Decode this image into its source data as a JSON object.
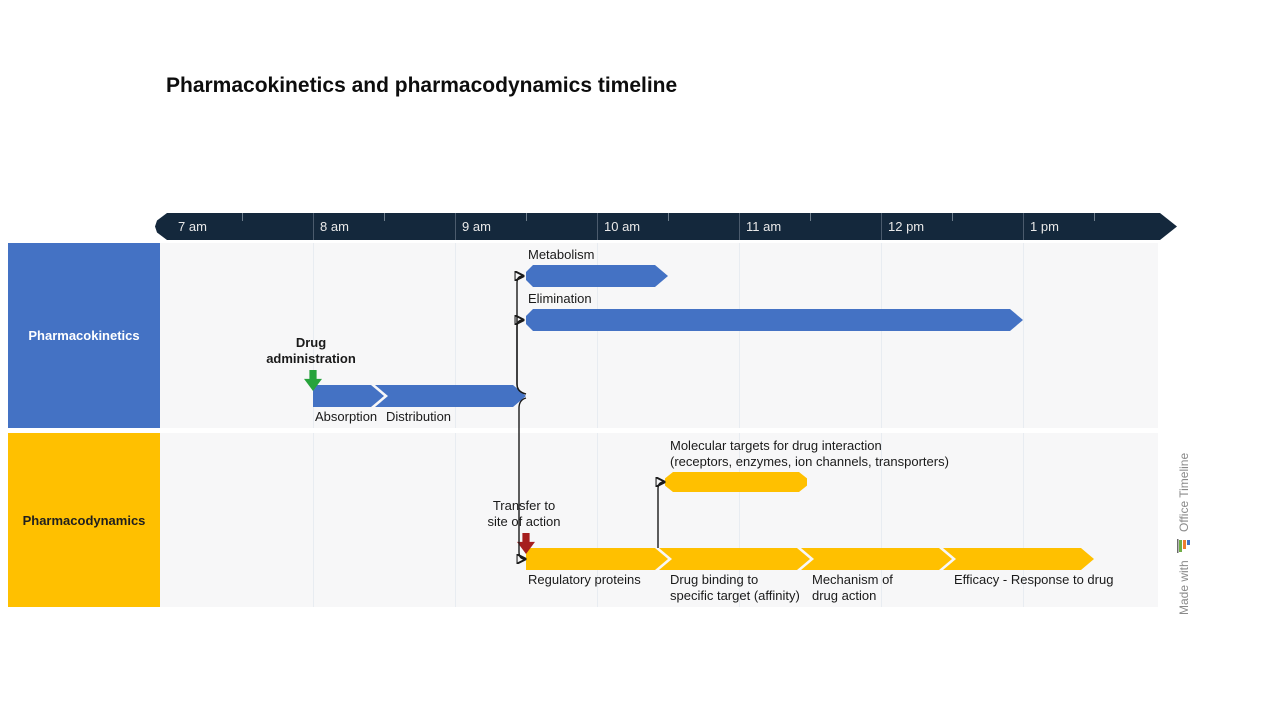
{
  "title": "Pharmacokinetics and pharmacodynamics timeline",
  "colors": {
    "band": "#14283C",
    "blue": "#4472C4",
    "yellow": "#FFC000",
    "green": "#27A33C",
    "red": "#A61E1E",
    "lane_bg": "#f7f7f8"
  },
  "timeline": {
    "hours": [
      {
        "label": "7 am",
        "t": 7
      },
      {
        "label": "8 am",
        "t": 8
      },
      {
        "label": "9 am",
        "t": 9
      },
      {
        "label": "10 am",
        "t": 10
      },
      {
        "label": "11 am",
        "t": 11
      },
      {
        "label": "12 pm",
        "t": 12
      },
      {
        "label": "1 pm",
        "t": 13
      }
    ]
  },
  "lanes": [
    {
      "id": "pk",
      "name": "Pharmacokinetics",
      "color": "#4472C4"
    },
    {
      "id": "pd",
      "name": "Pharmacodynamics",
      "color": "#FFC000"
    }
  ],
  "tasks": [
    {
      "id": "absorption",
      "label": "Absorption",
      "lane": "pk",
      "row": "pk-main",
      "start": 8,
      "end": 8.5,
      "start_time": "8:00 am",
      "end_time": "8:30 am",
      "shape": "chevron-start",
      "label_pos": "below"
    },
    {
      "id": "distribution",
      "label": "Distribution",
      "lane": "pk",
      "row": "pk-main",
      "start": 8.5,
      "end": 9.5,
      "start_time": "8:30 am",
      "end_time": "9:30 am",
      "shape": "chevron-mid",
      "label_pos": "below"
    },
    {
      "id": "metabolism",
      "label": "Metabolism",
      "lane": "pk",
      "row": "pk-metabolism",
      "start": 9.5,
      "end": 10.5,
      "start_time": "9:30 am",
      "end_time": "10:30 am",
      "shape": "pointed",
      "label_pos": "above"
    },
    {
      "id": "elimination",
      "label": "Elimination",
      "lane": "pk",
      "row": "pk-elimination",
      "start": 9.5,
      "end": 13,
      "start_time": "9:30 am",
      "end_time": "1:00 pm",
      "shape": "pointed",
      "label_pos": "above"
    },
    {
      "id": "molecular-targets",
      "label": "Molecular targets for drug interaction\n(receptors, enzymes, ion channels, transporters)",
      "lane": "pd",
      "row": "pd-targets",
      "start": 10.5,
      "end": 11.5,
      "start_time": "10:30 am",
      "end_time": "11:30 am",
      "shape": "hex",
      "label_pos": "above"
    },
    {
      "id": "regulatory-proteins",
      "label": "Regulatory proteins",
      "lane": "pd",
      "row": "pd-main",
      "start": 9.5,
      "end": 10.5,
      "start_time": "9:30 am",
      "end_time": "10:30 am",
      "shape": "chevron-start",
      "label_pos": "below"
    },
    {
      "id": "drug-binding",
      "label": "Drug binding to\nspecific target (affinity)",
      "lane": "pd",
      "row": "pd-main",
      "start": 10.5,
      "end": 11.5,
      "start_time": "10:30 am",
      "end_time": "11:30 am",
      "shape": "chevron-mid",
      "label_pos": "below"
    },
    {
      "id": "mechanism",
      "label": "Mechanism of\ndrug action",
      "lane": "pd",
      "row": "pd-main",
      "start": 11.5,
      "end": 12.5,
      "start_time": "11:30 am",
      "end_time": "12:30 pm",
      "shape": "chevron-mid",
      "label_pos": "below"
    },
    {
      "id": "efficacy",
      "label": "Efficacy - Response to drug",
      "lane": "pd",
      "row": "pd-main",
      "start": 12.5,
      "end": 13.5,
      "start_time": "12:30 pm",
      "end_time": "1:30 pm",
      "shape": "chevron-mid",
      "label_pos": "below"
    }
  ],
  "milestones": [
    {
      "id": "drug-administration",
      "label": "Drug\nadministration",
      "lane": "pk",
      "row": "pk-main",
      "time": 8,
      "time_label": "8:00 am",
      "color": "#27A33C",
      "bold": true
    },
    {
      "id": "transfer-to-site",
      "label": "Transfer to\nsite of action",
      "lane": "pd",
      "row": "pd-main",
      "time": 9.5,
      "time_label": "9:30 am",
      "color": "#A61E1E",
      "bold": false
    }
  ],
  "connectors": [
    {
      "from": "distribution",
      "to": "metabolism",
      "style": "tip-up"
    },
    {
      "from": "distribution",
      "to": "elimination",
      "style": "tip-up"
    },
    {
      "from": "distribution",
      "to": "regulatory-proteins",
      "style": "tip-down"
    },
    {
      "from": "regulatory-proteins",
      "to": "molecular-targets",
      "style": "top-up"
    }
  ],
  "watermark": {
    "made_with": "Made with",
    "brand": "Office Timeline"
  }
}
